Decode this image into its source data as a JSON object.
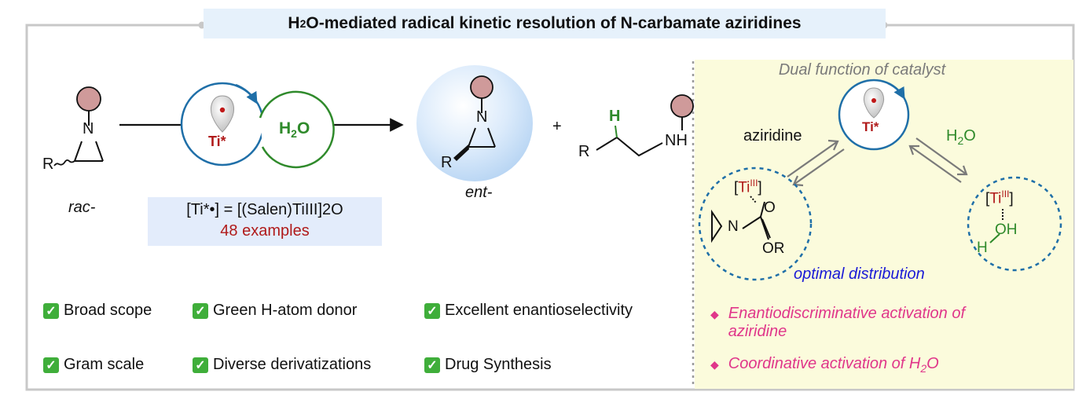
{
  "title": {
    "prefix": "H",
    "sub": "2",
    "rest": "O-mediated radical kinetic resolution of N-carbamate aziridines"
  },
  "labels": {
    "rac": "rac-",
    "ent": "ent-",
    "plus": "+",
    "r": "R",
    "n": "N",
    "nh": "NH",
    "h": "H",
    "ti_star": "Ti*",
    "h2o_prefix": "H",
    "h2o_sub": "2",
    "h2o_suffix": "O"
  },
  "catalyst_box": {
    "formula": "[Ti*•]  = [(Salen)TiIII]2O",
    "examples": "48 examples"
  },
  "features": [
    "Broad scope",
    "Green H-atom donor",
    "Excellent enantioselectivity",
    "Gram scale",
    "Diverse derivatizations",
    "Drug Synthesis"
  ],
  "panel": {
    "header": "Dual function of catalyst",
    "aziridine": "aziridine",
    "h2o_prefix": "H",
    "h2o_sub": "2",
    "h2o_suffix": "O",
    "ti_star": "Ti*",
    "ti_label": "Ti",
    "ti_ox": "III",
    "o": "O",
    "or": "OR",
    "n": "N",
    "oh": "OH",
    "h": "H",
    "optimal": "optimal distribution",
    "bullets": [
      {
        "line1": "Enantiodiscriminative activation of",
        "line2": "aziridine"
      },
      {
        "prefix": "Coordinative activation of H",
        "sub": "2",
        "suffix": "O"
      }
    ]
  },
  "colors": {
    "frame": "#c8c8c8",
    "title_bg": "#e6f1fb",
    "ti_red": "#b01a1a",
    "blue_circle": "#1f6fa8",
    "green": "#2f8a2b",
    "substituent": "#cf9a9a",
    "panel_bg": "#fbfbdc",
    "pink": "#e0368a",
    "check": "#3fae3a"
  }
}
